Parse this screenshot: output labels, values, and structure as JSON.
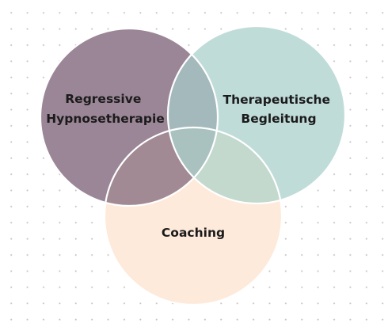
{
  "diagram": {
    "type": "venn",
    "sets": [
      {
        "id": "left",
        "label_lines": [
          "Regressive",
          "Hypnosetherapie"
        ]
      },
      {
        "id": "right",
        "label_lines": [
          "Therapeutische",
          "Begleitung"
        ]
      },
      {
        "id": "bottom",
        "label_lines": [
          "Coaching"
        ]
      }
    ],
    "colors": {
      "left": "#9b8697",
      "right": "#c0dcd9",
      "bottom": "#fdeadb",
      "left_right": "#a3b9bc",
      "left_bottom": "#a28a94",
      "right_bottom": "#c3d9cd",
      "center": "#a9c2c0",
      "outline": "#ffffff"
    }
  }
}
